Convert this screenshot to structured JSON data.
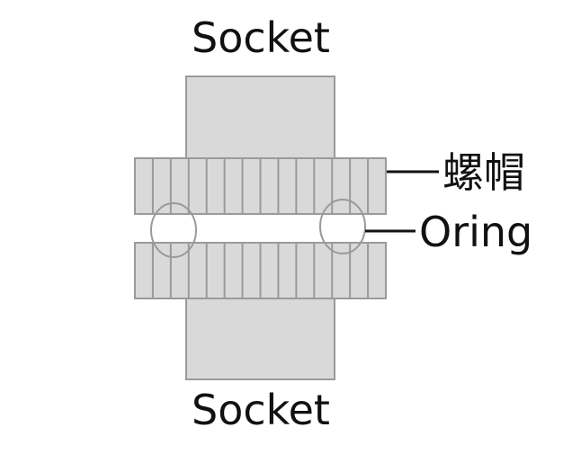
{
  "labels": {
    "socket_top": "Socket",
    "socket_bottom": "Socket",
    "nut": "螺帽",
    "oring": "Oring"
  },
  "colors": {
    "socket_fill": "#d9d9d9",
    "nut_fill": "#d9d9d9",
    "stroke": "#9a9a9a",
    "leader_line": "#111111",
    "background": "#ffffff"
  },
  "nut": {
    "ridge_count": 14
  }
}
